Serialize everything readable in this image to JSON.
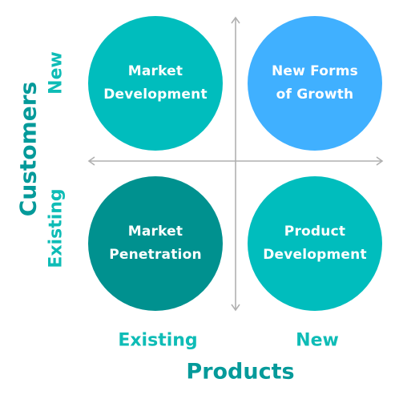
{
  "colors": {
    "teal": "#00BDBD",
    "dark_teal": "#00918F",
    "blue": "#40B0FF",
    "axis_line": "#B0B0B0",
    "label": "#0EBCB6",
    "label_dark": "#049A9A"
  },
  "quadrants": [
    {
      "text": "Market\nDevelopment",
      "color": "#00BDBD"
    },
    {
      "text": "New Forms\nof Growth",
      "color": "#40B0FF"
    },
    {
      "text": "Market\nPenetration",
      "color": "#00918F"
    },
    {
      "text": "Product\nDevelopment",
      "color": "#00BDBD"
    }
  ],
  "y_axis": {
    "title": "Customers",
    "top_label": "New",
    "bottom_label": "Existing"
  },
  "x_axis": {
    "title": "Products",
    "left_label": "Existing",
    "right_label": "New"
  }
}
